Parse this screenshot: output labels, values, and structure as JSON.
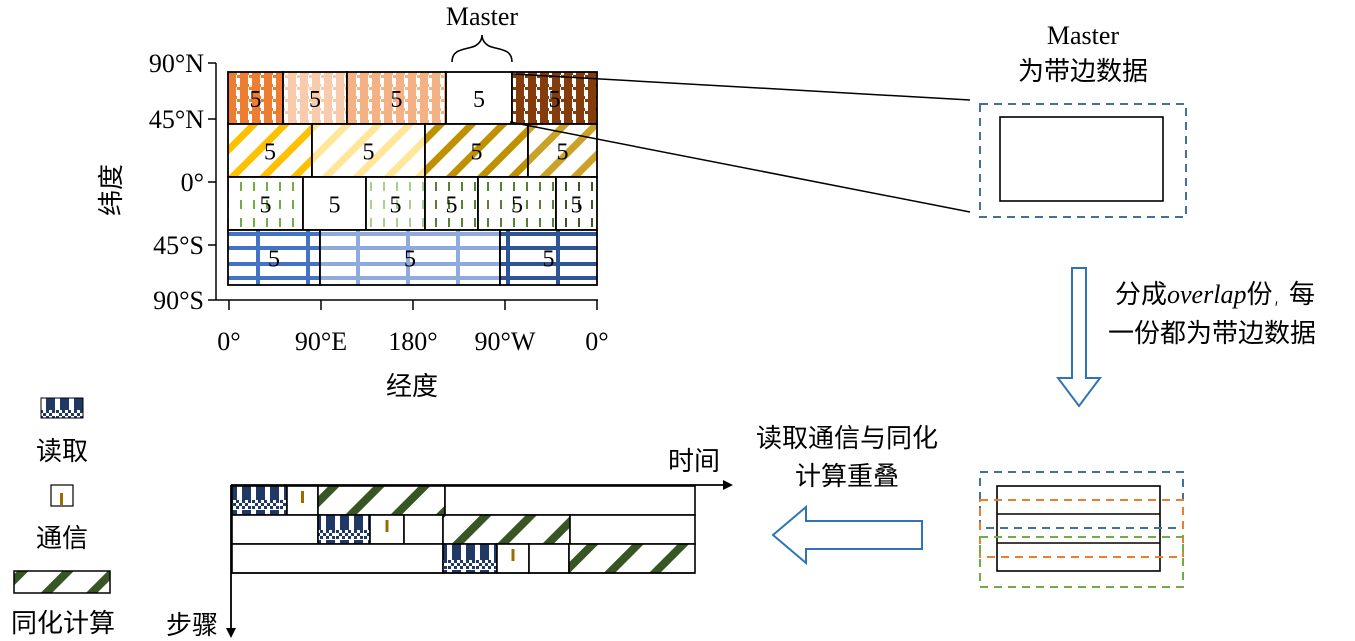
{
  "master_label_top": "Master",
  "map": {
    "y_axis_label": "纬度",
    "x_axis_label": "经度",
    "y_ticks": [
      "90°N",
      "45°N",
      "0°",
      "45°S",
      "90°S"
    ],
    "x_ticks": [
      "0°",
      "90°E",
      "180°",
      "90°W",
      "0°"
    ],
    "block_value": "5",
    "rows": [
      {
        "name": "row-45N-90N",
        "pattern": "checker",
        "blocks": [
          {
            "color": "#ED7D31"
          },
          {
            "color": "#F8CBAD"
          },
          {
            "color": "#F4B183"
          },
          {
            "color": "#FFFFFF",
            "master": true
          },
          {
            "color": "#843C0C"
          }
        ]
      },
      {
        "name": "row-0-45N",
        "pattern": "diagonal",
        "blocks": [
          {
            "color": "#FFC000"
          },
          {
            "color": "#FFE699"
          },
          {
            "color": "#BF9000"
          },
          {
            "color": "#C9A227"
          }
        ]
      },
      {
        "name": "row-45S-0",
        "pattern": "dashes",
        "blocks": [
          {
            "color": "#70AD47"
          },
          {
            "color": "#FFFFFF"
          },
          {
            "color": "#A9D18E"
          },
          {
            "color": "#548235"
          },
          {
            "color": "#548235"
          },
          {
            "color": "#385723"
          }
        ]
      },
      {
        "name": "row-90S-45S",
        "pattern": "grid",
        "blocks": [
          {
            "color": "#4472C4"
          },
          {
            "color": "#8FAADC"
          },
          {
            "color": "#2F5597"
          }
        ]
      }
    ]
  },
  "master_panel": {
    "title_line1": "Master",
    "title_line2": "为带边数据",
    "border_color": "#41719C"
  },
  "split_arrow": {
    "label_line1_prefix": "分成",
    "label_line1_italic": "overlap",
    "label_line1_suffix": "份, 每",
    "label_line2": "一份都为带边数据",
    "color": "#2E75B6"
  },
  "overlap_panel": {
    "halo_colors": [
      "#41719C",
      "#ED7D31",
      "#70AD47"
    ]
  },
  "overlap_arrow": {
    "label_line1": "读取通信与同化",
    "label_line2": "计算重叠",
    "color": "#2E75B6"
  },
  "timeline": {
    "x_axis_label": "时间",
    "y_axis_label": "步骤",
    "colors": {
      "read": "#1F3864",
      "comm": "#9C6B00",
      "assim": "#375623"
    },
    "rows": [
      [
        {
          "type": "read"
        },
        {
          "type": "comm"
        },
        {
          "type": "assim"
        }
      ],
      [
        {
          "type": "read"
        },
        {
          "type": "comm"
        },
        {
          "type": "assim"
        }
      ],
      [
        {
          "type": "read"
        },
        {
          "type": "comm"
        },
        {
          "type": "assim"
        }
      ]
    ]
  },
  "legend": {
    "items": [
      {
        "type": "read",
        "label": "读取"
      },
      {
        "type": "comm",
        "label": "通信"
      },
      {
        "type": "assim",
        "label": "同化计算"
      }
    ]
  }
}
